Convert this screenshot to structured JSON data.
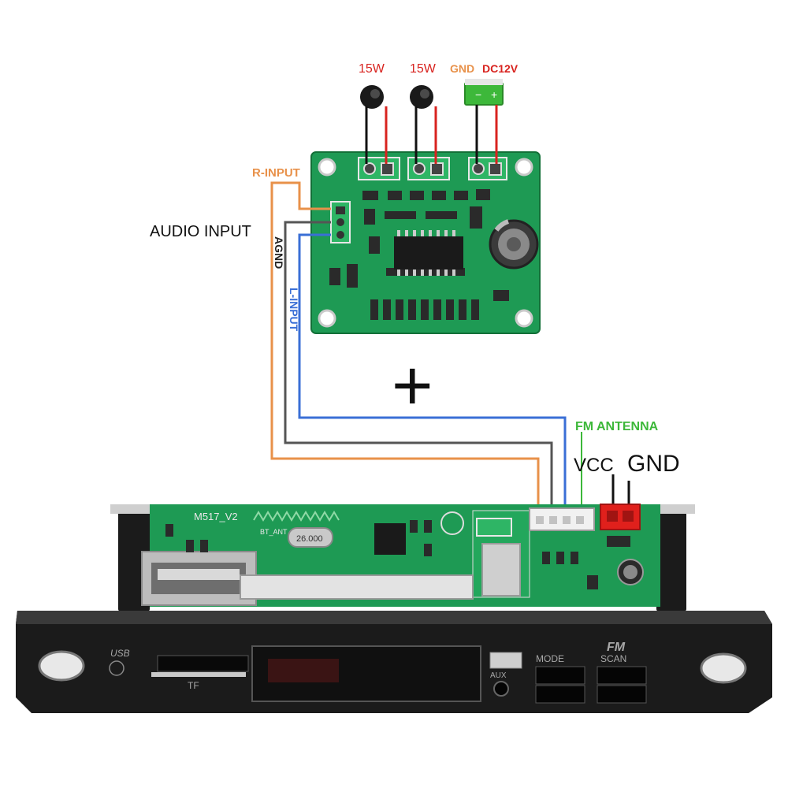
{
  "colors": {
    "pcb": "#1e9a54",
    "pcb_dark": "#157a3e",
    "orange": "#e8914a",
    "blue": "#3a6fd6",
    "gray": "#555555",
    "red": "#d8231f",
    "fm_green": "#3db83a",
    "black_panel": "#1b1b1b"
  },
  "labels": {
    "speaker_left": "15W",
    "speaker_right": "15W",
    "gnd_top": "GND",
    "dc12v": "DC12V",
    "r_input": "R-INPUT",
    "audio_input": "AUDIO INPUT",
    "agnd": "AGND",
    "l_input": "L-INPUT",
    "plus": "+",
    "fm_antenna": "FM ANTENNA",
    "vcc": "VCC",
    "gnd_bottom": "GND"
  },
  "amp_board": {
    "connector_minus": "−",
    "connector_plus": "+"
  },
  "mp3_board": {
    "model": "M517_V2",
    "bt_ant": "BT_ANT",
    "crystal": "26.000",
    "panel_usb": "USB",
    "panel_tf": "TF",
    "panel_aux": "AUX",
    "panel_mode": "MODE",
    "panel_scan": "SCAN",
    "panel_fm": "FM"
  }
}
